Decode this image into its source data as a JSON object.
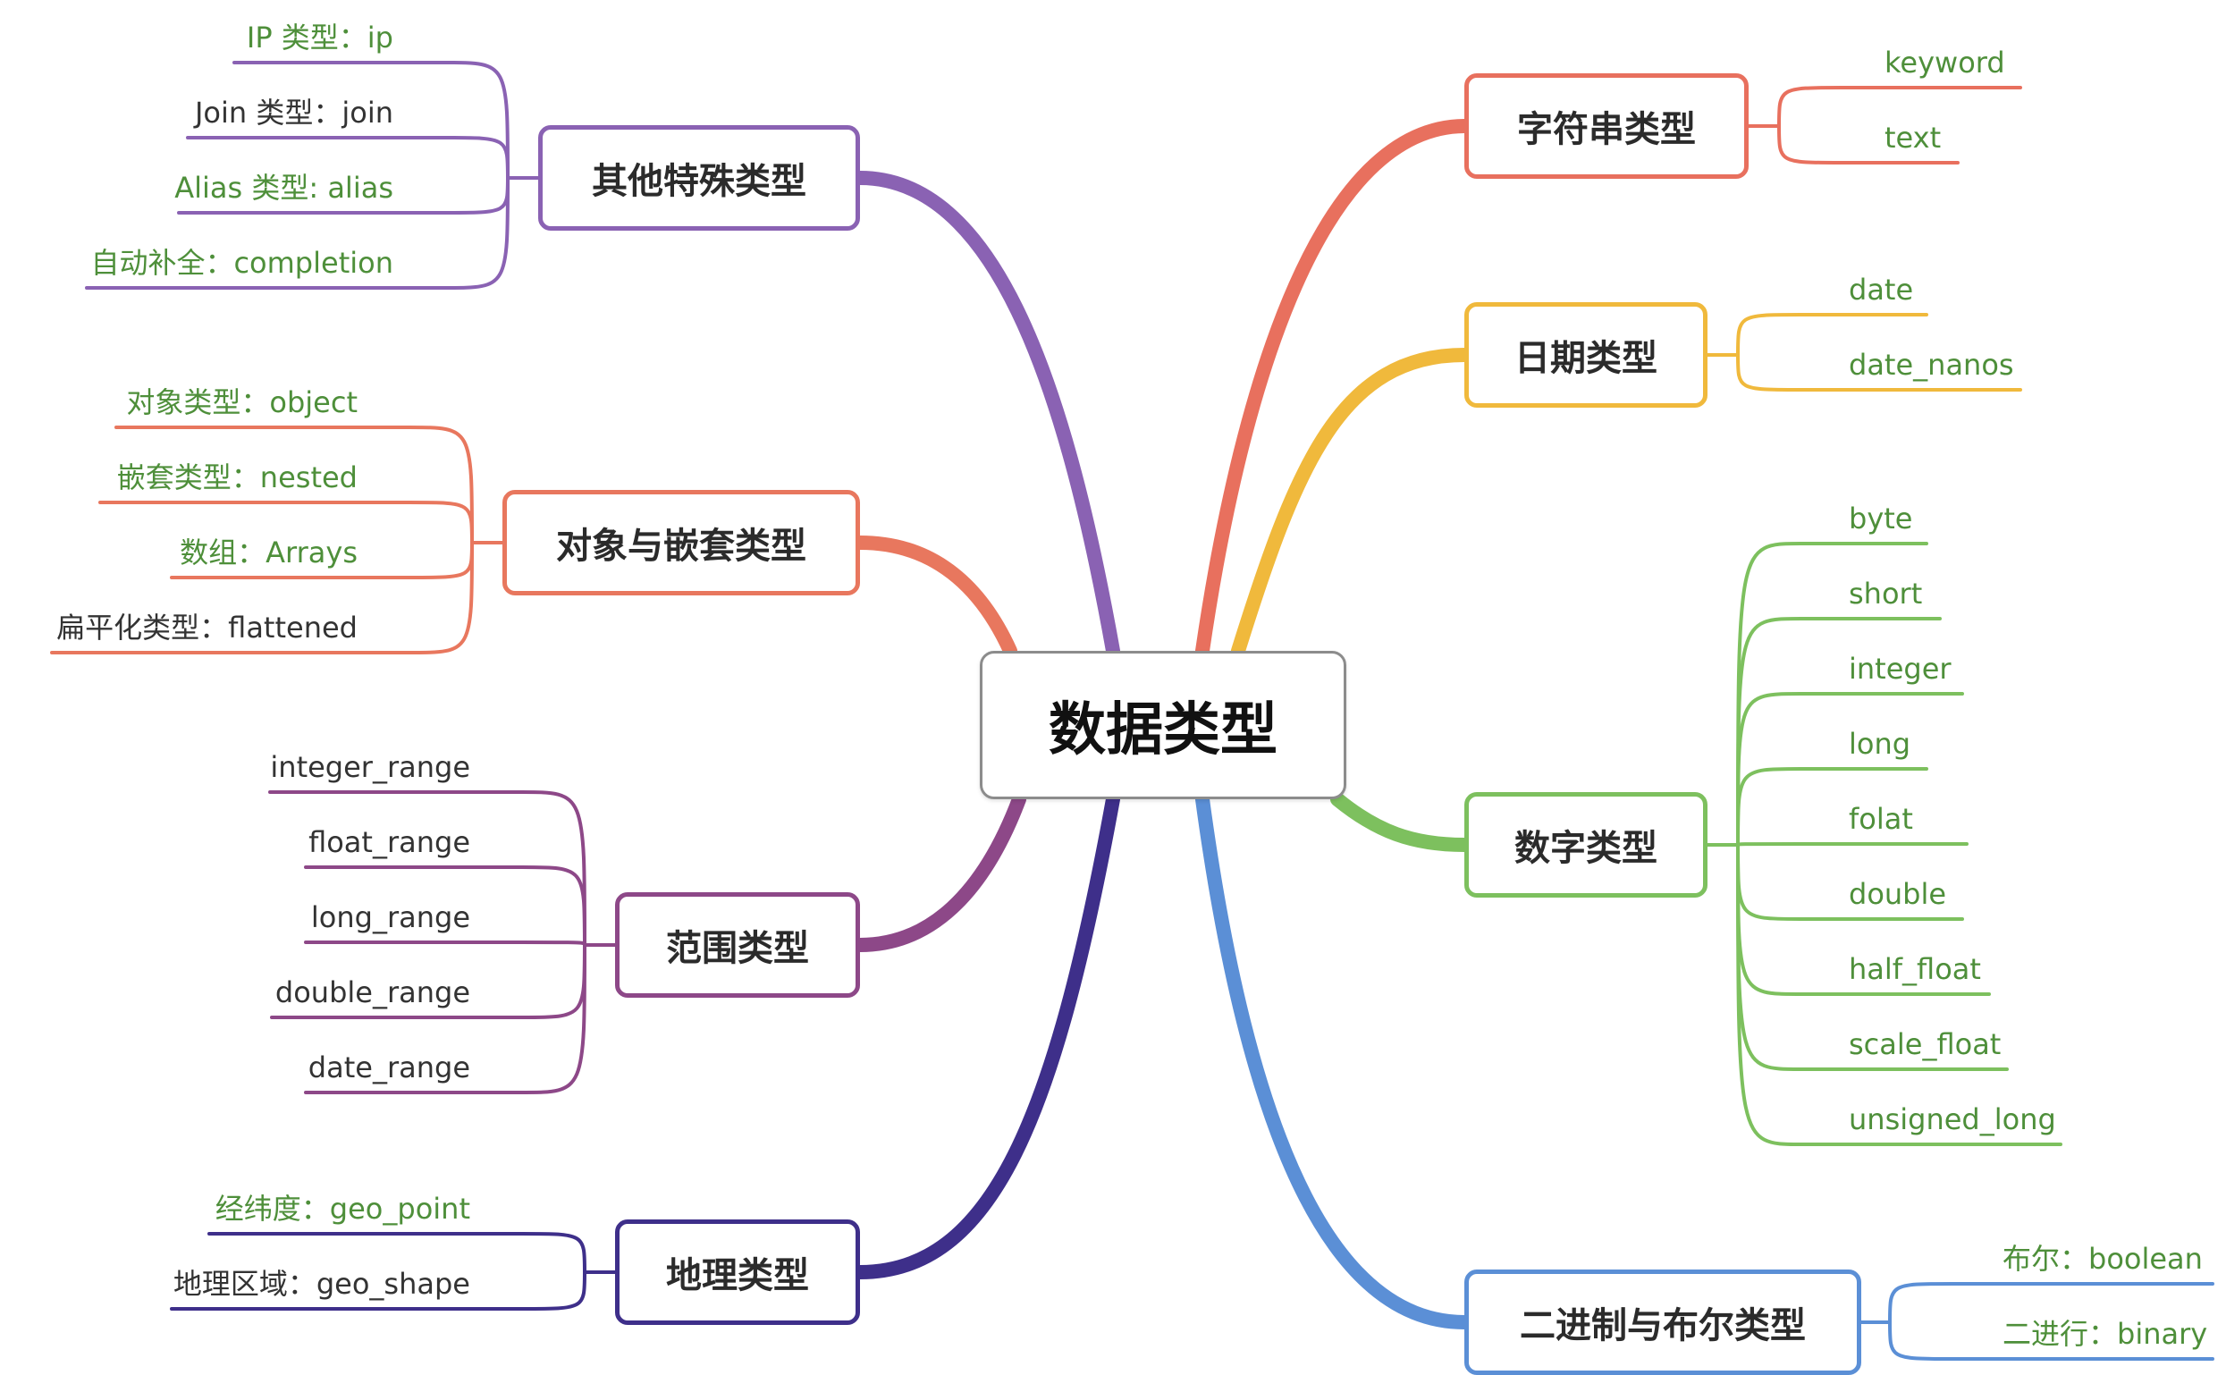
{
  "center": {
    "label": "数据类型"
  },
  "colors": {
    "string": "#e8705e",
    "date": "#f0b93c",
    "numeric": "#7dc05e",
    "binary": "#5b8fd6",
    "special": "#8a62b3",
    "object": "#e8775e",
    "range": "#8d4888",
    "geo": "#3e2f8a",
    "green_text": "#4e8f3a",
    "dark_text": "#333333"
  },
  "branches": {
    "string": {
      "label": "字符串类型",
      "leaves": [
        "keyword",
        "text"
      ]
    },
    "date": {
      "label": "日期类型",
      "leaves": [
        "date",
        "date_nanos"
      ]
    },
    "numeric": {
      "label": "数字类型",
      "leaves": [
        "byte",
        "short",
        "integer",
        "long",
        "folat",
        "double",
        "half_float",
        "scale_float",
        "unsigned_long"
      ]
    },
    "binary": {
      "label": "二进制与布尔类型",
      "leaves": [
        "布尔：boolean",
        "二进行：binary"
      ]
    },
    "special": {
      "label": "其他特殊类型",
      "leaves": [
        "IP 类型：ip",
        "Join 类型：join",
        "Alias 类型: alias",
        "自动补全：completion"
      ]
    },
    "object": {
      "label": "对象与嵌套类型",
      "leaves": [
        "对象类型：object",
        "嵌套类型：nested",
        "数组：Arrays",
        "扁平化类型：flattened"
      ]
    },
    "range": {
      "label": "范围类型",
      "leaves": [
        "integer_range",
        "float_range",
        "long_range",
        "double_range",
        "date_range"
      ]
    },
    "geo": {
      "label": "地理类型",
      "leaves": [
        "经纬度：geo_point",
        "地理区域：geo_shape"
      ]
    }
  }
}
